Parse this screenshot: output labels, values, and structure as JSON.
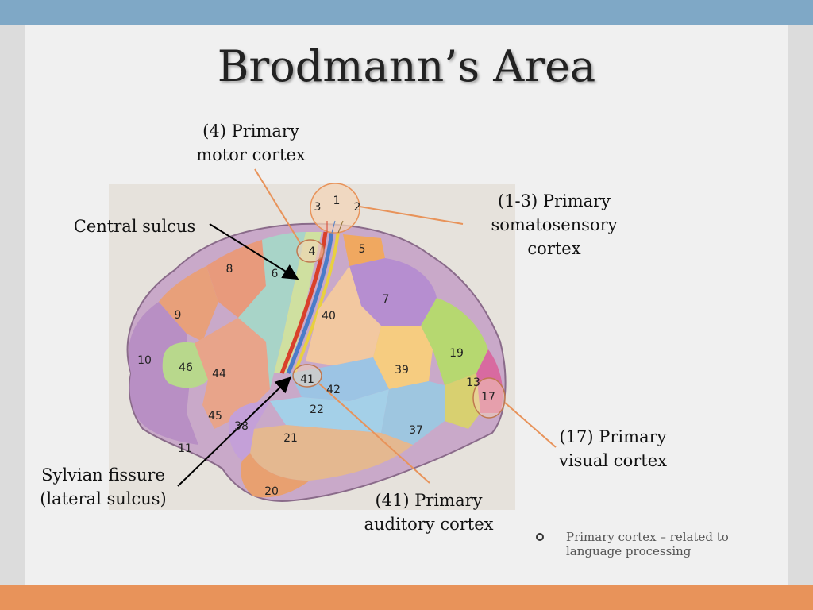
{
  "title": "Brodmann’s Area",
  "labels": {
    "motor": "(4) Primary\nmotor cortex",
    "somatosensory": "(1-3) Primary\nsomatosensory\ncortex",
    "central_sulcus": "Central sulcus",
    "sylvian": "Sylvian fissure\n(lateral sulcus)",
    "auditory": "(41) Primary\nauditory cortex",
    "visual": "(17) Primary\nvisual cortex"
  },
  "areas": {
    "a1": "1",
    "a2": "2",
    "a3": "3",
    "a4": "4",
    "a5": "5",
    "a6": "6",
    "a7": "7",
    "a8": "8",
    "a9": "9",
    "a10": "10",
    "a11": "11",
    "a13": "13",
    "a17": "17",
    "a19": "19",
    "a20": "20",
    "a22": "22",
    "a37": "37",
    "a38": "38",
    "a39": "39",
    "a40": "40",
    "a41": "41",
    "a42": "42",
    "a44": "44",
    "a45": "45",
    "a46": "46"
  },
  "note": "Primary cortex – related to language processing",
  "colors": {
    "top_bar": "#7fa8c6",
    "bottom_bar": "#e8935a",
    "highlight_line": "#e8935a"
  }
}
